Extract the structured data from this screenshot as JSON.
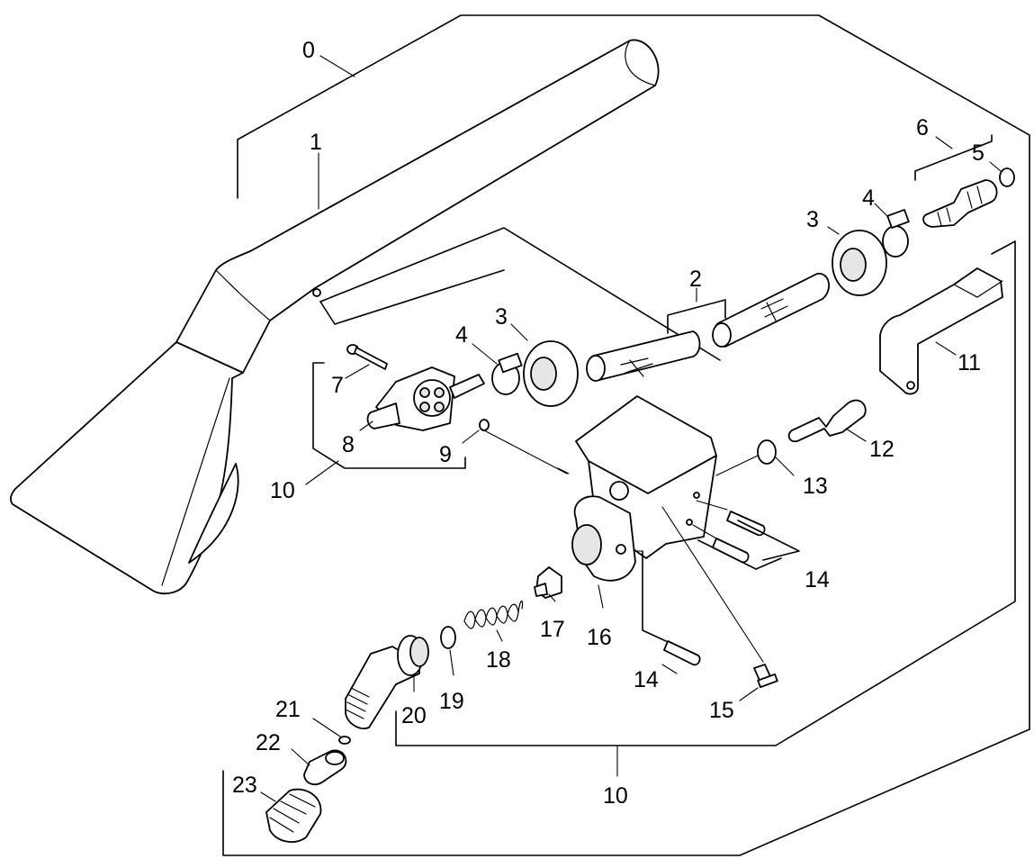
{
  "labels": {
    "l0": "0",
    "l1": "1",
    "l2": "2",
    "l3a": "3",
    "l3b": "3",
    "l4a": "4",
    "l4b": "4",
    "l5": "5",
    "l6": "6",
    "l7": "7",
    "l8": "8",
    "l9": "9",
    "l10a": "10",
    "l10b": "10",
    "l11": "11",
    "l12": "12",
    "l13": "13",
    "l14a": "14",
    "l14b": "14",
    "l15": "15",
    "l16": "16",
    "l17": "17",
    "l18": "18",
    "l19": "19",
    "l20": "20",
    "l21": "21",
    "l22": "22",
    "l23": "23"
  }
}
